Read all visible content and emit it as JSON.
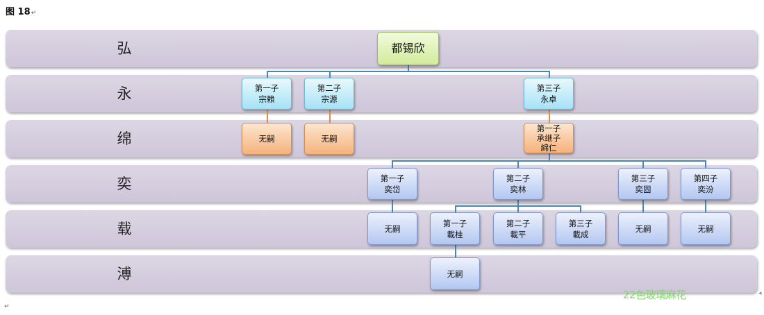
{
  "caption": "图 18",
  "caption_mark": "↵",
  "para_mark": "↵",
  "edge_mark": "◂",
  "generations": [
    "弘",
    "永",
    "绵",
    "奕",
    "载",
    "溥"
  ],
  "nodes": {
    "root": "都锡欣",
    "yong_1": {
      "rank": "第一子",
      "name": "宗賴"
    },
    "yong_2": {
      "rank": "第二子",
      "name": "宗源"
    },
    "yong_3": {
      "rank": "第三子",
      "name": "永卓"
    },
    "mian_1": "无嗣",
    "mian_2": "无嗣",
    "mian_3": {
      "rank": "第一子",
      "note": "承继子",
      "name": "綿仁"
    },
    "yi_1": {
      "rank": "第一子",
      "name": "奕岱"
    },
    "yi_2": {
      "rank": "第二子",
      "name": "奕林"
    },
    "yi_3": {
      "rank": "第三子",
      "name": "奕固"
    },
    "yi_4": {
      "rank": "第四子",
      "name": "奕汾"
    },
    "zai_yi1": "无嗣",
    "zai_1": {
      "rank": "第一子",
      "name": "載桂"
    },
    "zai_2": {
      "rank": "第二子",
      "name": "載平"
    },
    "zai_3": {
      "rank": "第三子",
      "name": "載成"
    },
    "zai_yi3": "无嗣",
    "zai_yi4": "无嗣",
    "pu_1": "无嗣"
  },
  "watermark": "22色玻璃麻花",
  "colors": {
    "band": "#d6d0df",
    "root": "#d2ec9a",
    "gen2": "#a5e2f5",
    "gen3": "#f5b27c",
    "lower": "#b3c7f1",
    "connector_blue": "#4a86b4",
    "connector_orange": "#e08c48",
    "watermark": "#7fd66a"
  }
}
